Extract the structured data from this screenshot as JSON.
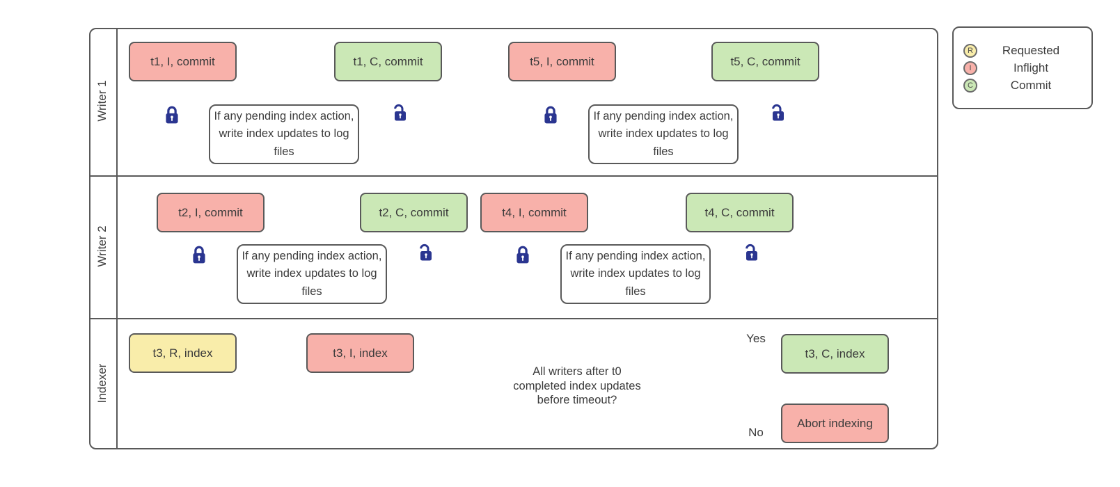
{
  "colors": {
    "inflight": "#f8b1aa",
    "commit": "#cbe8b6",
    "requested": "#f9edaa",
    "border": "#595959",
    "lock": "#2a3590"
  },
  "lanes": {
    "writer1": "Writer 1",
    "writer2": "Writer 2",
    "indexer": "Indexer"
  },
  "process_text": "If any pending index action, write index updates to log files",
  "nodes": {
    "t1_inflight": "t1, I, commit",
    "t1_commit": "t1, C, commit",
    "t5_inflight": "t5, I, commit",
    "t5_commit": "t5, C, commit",
    "t2_inflight": "t2, I, commit",
    "t2_commit": "t2, C, commit",
    "t4_inflight": "t4, I, commit",
    "t4_commit": "t4, C, commit",
    "t3_requested": "t3, R, index",
    "t3_inflight": "t3, I, index",
    "t3_commit": "t3, C, index",
    "abort": "Abort indexing"
  },
  "decision": {
    "lines": [
      "All writers after t0",
      "completed index updates",
      "before timeout?"
    ],
    "yes": "Yes",
    "no": "No"
  },
  "legend": {
    "items": [
      {
        "letter": "R",
        "label": "Requested",
        "color": "#f9edaa"
      },
      {
        "letter": "I",
        "label": "Inflight",
        "color": "#f8b1aa"
      },
      {
        "letter": "C",
        "label": "Commit",
        "color": "#cbe8b6"
      }
    ]
  }
}
